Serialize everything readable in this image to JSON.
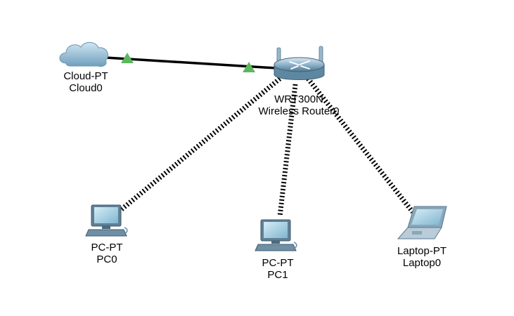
{
  "colors": {
    "link": "#000000",
    "status_up": "#5cb85c",
    "router_body": "#7fa7c2",
    "device_screen": "#8fc3da",
    "device_body": "#5f7f95"
  },
  "devices": {
    "cloud": {
      "icon": "cloud-icon",
      "model": "Cloud-PT",
      "name": "Cloud0"
    },
    "router": {
      "icon": "router-icon",
      "model": "WRT300N",
      "name": "Wireless Router0"
    },
    "pc0": {
      "icon": "pc-icon",
      "model": "PC-PT",
      "name": "PC0"
    },
    "pc1": {
      "icon": "pc-icon",
      "model": "PC-PT",
      "name": "PC1"
    },
    "laptop": {
      "icon": "laptop-icon",
      "model": "Laptop-PT",
      "name": "Laptop0"
    }
  },
  "links": [
    {
      "from": "cloud",
      "to": "router",
      "medium": "wired",
      "status": "up"
    },
    {
      "from": "router",
      "to": "pc0",
      "medium": "wireless"
    },
    {
      "from": "router",
      "to": "pc1",
      "medium": "wireless"
    },
    {
      "from": "router",
      "to": "laptop",
      "medium": "wireless"
    }
  ]
}
